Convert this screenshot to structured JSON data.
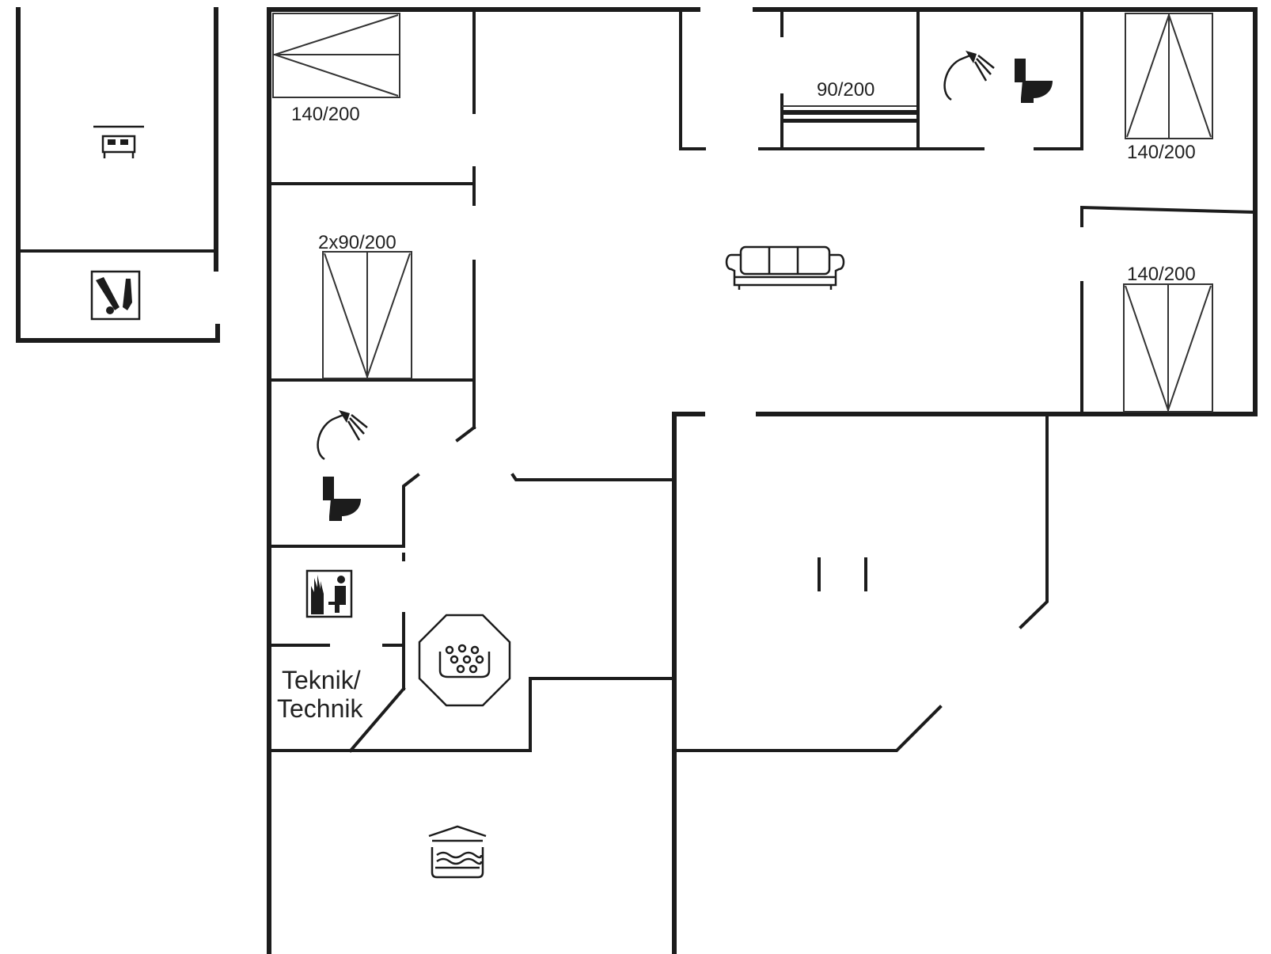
{
  "labels": {
    "bed_top_left": "140/200",
    "bed_top_mid": "90/200",
    "bed_top_right": "140/200",
    "bed_left_mid": "2x90/200",
    "bed_right_mid": "140/200",
    "tech_line1": "Teknik/",
    "tech_line2": "Technik"
  },
  "icons": [
    "double-bed-icon",
    "utility-room-icon",
    "shower-icon",
    "toilet-icon",
    "sofa-icon",
    "sauna-icon",
    "whirlpool-icon",
    "pool-icon"
  ],
  "colors": {
    "wall": "#1c1c1c",
    "background": "#ffffff"
  }
}
